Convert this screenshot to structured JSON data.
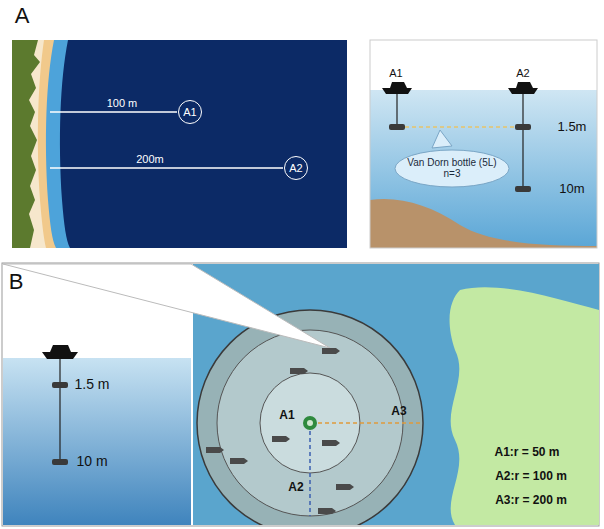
{
  "diagram": {
    "nodes": [
      {
        "text": [
          "A1"
        ]
      },
      {
        "text": [
          "A2"
        ]
      },
      {
        "text": [
          "Van Dorn bottle (5L)",
          "n=3"
        ]
      }
    ],
    "labels": [
      "A",
      "100 m",
      "200m",
      "A1",
      "A2",
      "1.5m",
      "10m",
      "B",
      "1.5 m",
      "10 m",
      "A1",
      "A2",
      "A3",
      "A1:r = 50 m",
      "A2:r = 100 m",
      "A3:r = 200 m"
    ]
  }
}
